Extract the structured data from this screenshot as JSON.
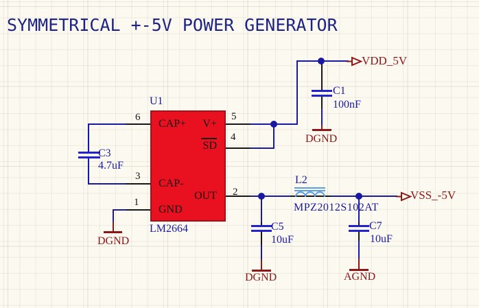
{
  "title": "SYMMETRICAL +-5V POWER GENERATOR",
  "ic": {
    "ref": "U1",
    "value": "LM2664",
    "pins": [
      {
        "num": "6",
        "name": "CAP+"
      },
      {
        "num": "5",
        "name": "V+"
      },
      {
        "num": "4",
        "name": "SD"
      },
      {
        "num": "3",
        "name": "CAP-"
      },
      {
        "num": "2",
        "name": "OUT"
      },
      {
        "num": "1",
        "name": "GND"
      }
    ]
  },
  "components": {
    "C3": {
      "ref": "C3",
      "value": "4.7uF"
    },
    "C1": {
      "ref": "C1",
      "value": "100nF"
    },
    "C5": {
      "ref": "C5",
      "value": "10uF"
    },
    "C7": {
      "ref": "C7",
      "value": "10uF"
    },
    "L2": {
      "ref": "L2",
      "value": "MPZ2012S102AT"
    }
  },
  "power": {
    "vdd": "VDD_5V",
    "vss": "VSS_-5V",
    "gnd_u1": "DGND",
    "gnd_c1": "DGND",
    "gnd_c5": "DGND",
    "gnd_c7": "AGND"
  },
  "colors": {
    "wire": "#1818A0",
    "capacitor_blue": "#2323CE",
    "inductor_blue": "#5C9FE0",
    "ic_fill": "#E9101F",
    "ic_border": "#A3121A",
    "power_dark_red": "#8E1616",
    "label_navy": "#1A1A9E",
    "title_navy": "#1E2386",
    "background": "#FBF9F0"
  }
}
